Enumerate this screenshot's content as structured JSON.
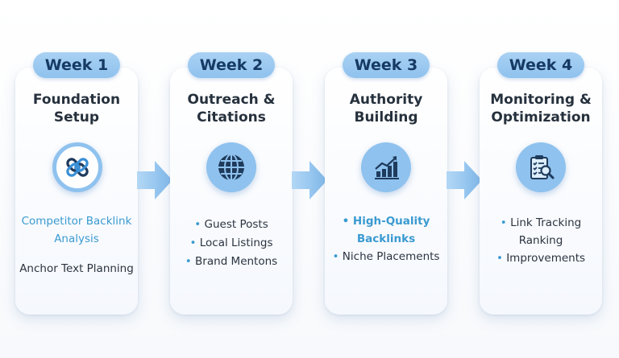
{
  "steps": [
    {
      "badge": "Week 1",
      "title_lines": [
        "Foundation",
        "Setup"
      ],
      "icon": "chain-link-icon",
      "items": [
        {
          "text": "Competitor Backlink",
          "bullet": "",
          "style": "highlight"
        },
        {
          "text": "Analysis",
          "bullet": "",
          "style": "highlight"
        },
        {
          "text": "Anchor Text Planning",
          "bullet": "",
          "style": "normal"
        }
      ]
    },
    {
      "badge": "Week 2",
      "title_lines": [
        "Outreach &",
        "Citations"
      ],
      "icon": "globe-icon",
      "items": [
        {
          "text": "Guest Posts",
          "bullet": "•",
          "style": "normal"
        },
        {
          "text": "Local Listings",
          "bullet": "•",
          "style": "normal"
        },
        {
          "text": "Brand Mentons",
          "bullet": "•",
          "style": "normal"
        }
      ]
    },
    {
      "badge": "Week 3",
      "title_lines": [
        "Authority",
        "Building"
      ],
      "icon": "growth-chart-icon",
      "items": [
        {
          "text": "High-Quality",
          "bullet": "•",
          "style": "highlight-bold"
        },
        {
          "text": "Backlinks",
          "bullet": "",
          "style": "highlight-bold"
        },
        {
          "text": "Niche Placements",
          "bullet": "•",
          "style": "normal"
        }
      ]
    },
    {
      "badge": "Week 4",
      "title_lines": [
        "Monitoring &",
        "Optimization"
      ],
      "icon": "clipboard-search-icon",
      "items": [
        {
          "text": "Link Tracking",
          "bullet": "•",
          "style": "normal"
        },
        {
          "text": "Ranking",
          "bullet": "",
          "style": "normal"
        },
        {
          "text": "Improvements",
          "bullet": "•",
          "style": "normal"
        }
      ]
    }
  ],
  "colors": {
    "badge": "#8fc2ee",
    "badge_text": "#163a63",
    "accent_text": "#3a9ad1",
    "title_text": "#26313d",
    "arrow": "#8fc2ee",
    "icon_dark": "#1f3b5c"
  }
}
